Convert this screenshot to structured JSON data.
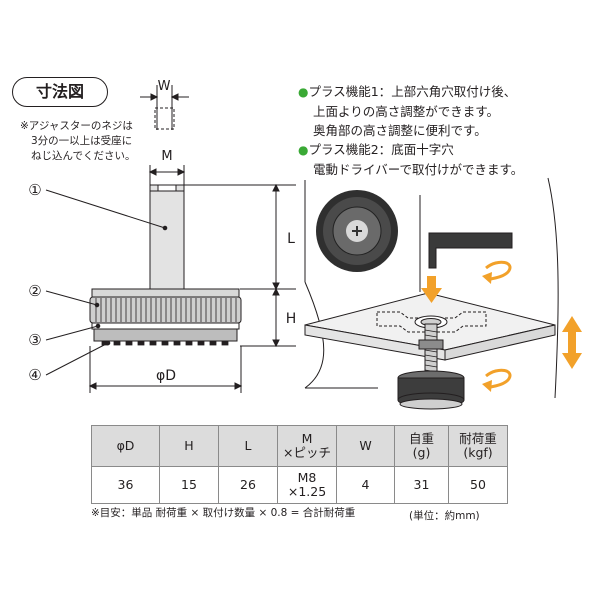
{
  "title": "寸法図",
  "thread_note": [
    "※アジャスターのネジは",
    "3分の一以上は受座に",
    "ねじ込んでください。"
  ],
  "dimension_labels": {
    "w": "W",
    "m": "M",
    "l": "L",
    "h": "H",
    "d": "φD"
  },
  "part_numbers": [
    "①",
    "②",
    "③",
    "④"
  ],
  "features": {
    "feature1": [
      "プラス機能1：上部六角穴取付け後、",
      "上面よりの高さ調整ができます。",
      "奥角部の高さ調整に便利です。"
    ],
    "feature2": [
      "プラス機能2：底面十字穴",
      "電動ドライバーで取付けができます。"
    ]
  },
  "table": {
    "headers": [
      [
        "φD"
      ],
      [
        "H"
      ],
      [
        "L"
      ],
      [
        "M",
        "×ピッチ"
      ],
      [
        "W"
      ],
      [
        "自重",
        "(g)"
      ],
      [
        "耐荷重",
        "(kgf)"
      ]
    ],
    "values": [
      [
        "36"
      ],
      [
        "15"
      ],
      [
        "26"
      ],
      [
        "M8",
        "×1.25"
      ],
      [
        "4"
      ],
      [
        "31"
      ],
      [
        "50"
      ]
    ]
  },
  "load_note": "※目安：単品 耐荷重 × 取付け数量 × 0.8 = 合計耐荷重",
  "unit_note": "(単位：約mm)",
  "colors": {
    "accent_green": "#3aa935",
    "arrow_orange": "#f2a12a",
    "outline": "#231f20"
  }
}
